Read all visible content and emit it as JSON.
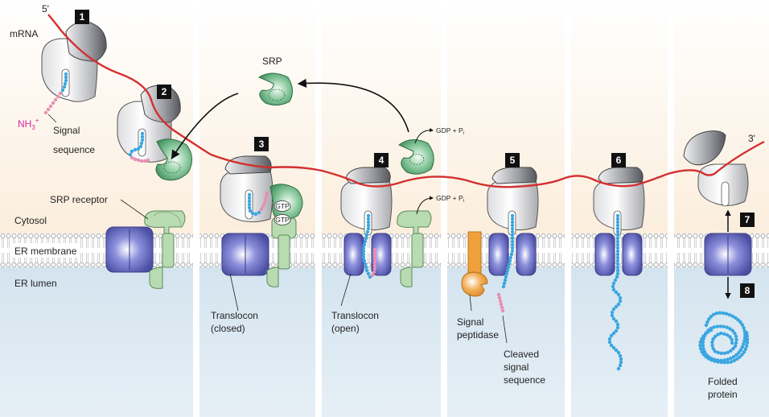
{
  "labels": {
    "five_prime": "5'",
    "three_prime": "3'",
    "mrna": "mRNA",
    "nh3": "NH",
    "nh3_sub": "3",
    "nh3_sup": "+",
    "signal_sequence_1": "Signal",
    "signal_sequence_2": "sequence",
    "srp": "SRP",
    "srp_receptor": "SRP receptor",
    "cytosol": "Cytosol",
    "er_membrane": "ER membrane",
    "er_lumen": "ER lumen",
    "gtp_1": "GTP",
    "gtp_2": "GTP",
    "gdp_pi_1": "GDP + P",
    "gdp_pi_2": "GDP + P",
    "pi_sub": "i",
    "translocon_closed_1": "Translocon",
    "translocon_closed_2": "(closed)",
    "translocon_open_1": "Translocon",
    "translocon_open_2": "(open)",
    "signal_peptidase_1": "Signal",
    "signal_peptidase_2": "peptidase",
    "cleaved_1": "Cleaved",
    "cleaved_2": "signal",
    "cleaved_3": "sequence",
    "folded_1": "Folded",
    "folded_2": "protein"
  },
  "steps": [
    "1",
    "2",
    "3",
    "4",
    "5",
    "6",
    "7",
    "8"
  ],
  "colors": {
    "cytosol": "#fbeedd",
    "lumen": "#d4e4ef",
    "mrna": "#d32f2f",
    "srp": "#5aa070",
    "srp_receptor": "#b8dbb2",
    "translocon": "#6f73c4",
    "peptide": "#3aa6e0",
    "signal": "#e88fb0",
    "peptidase": "#f0a13a",
    "nh3": "#d6249f"
  }
}
